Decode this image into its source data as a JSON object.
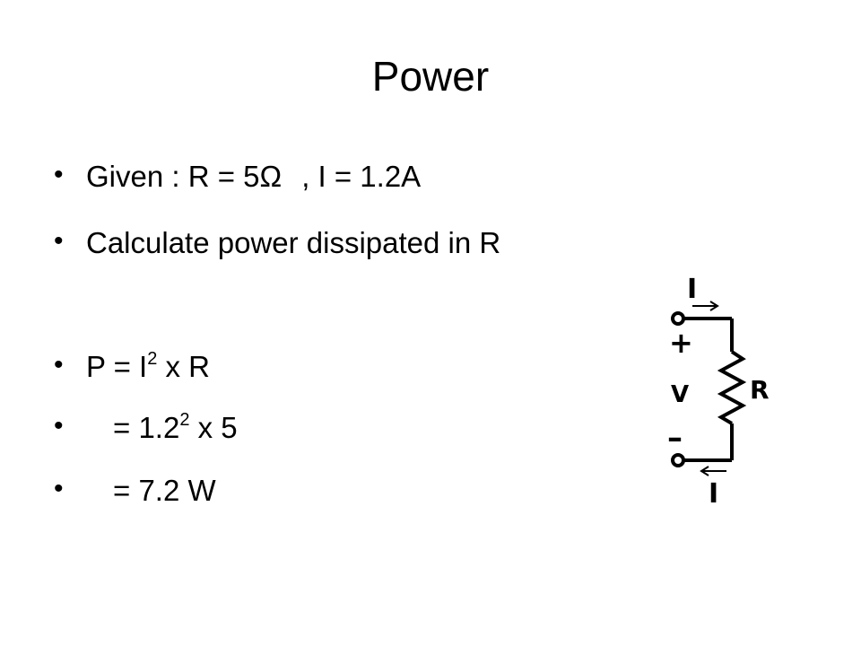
{
  "slide": {
    "title": "Power",
    "bullets": {
      "given_prefix": "Given :  R = 5Ω",
      "given_suffix": ", I = 1.2A",
      "calculate": "Calculate power dissipated in R",
      "formula_a": "P = I",
      "formula_exp": "2",
      "formula_b": " x R",
      "step1_a": "= 1.2",
      "step1_exp": "2",
      "step1_b": " x 5",
      "result": "= 7.2 W"
    }
  },
  "circuit": {
    "current_top": "I",
    "current_bottom": "I",
    "plus": "+",
    "minus": "–",
    "voltage": "V",
    "resistor": "R"
  }
}
